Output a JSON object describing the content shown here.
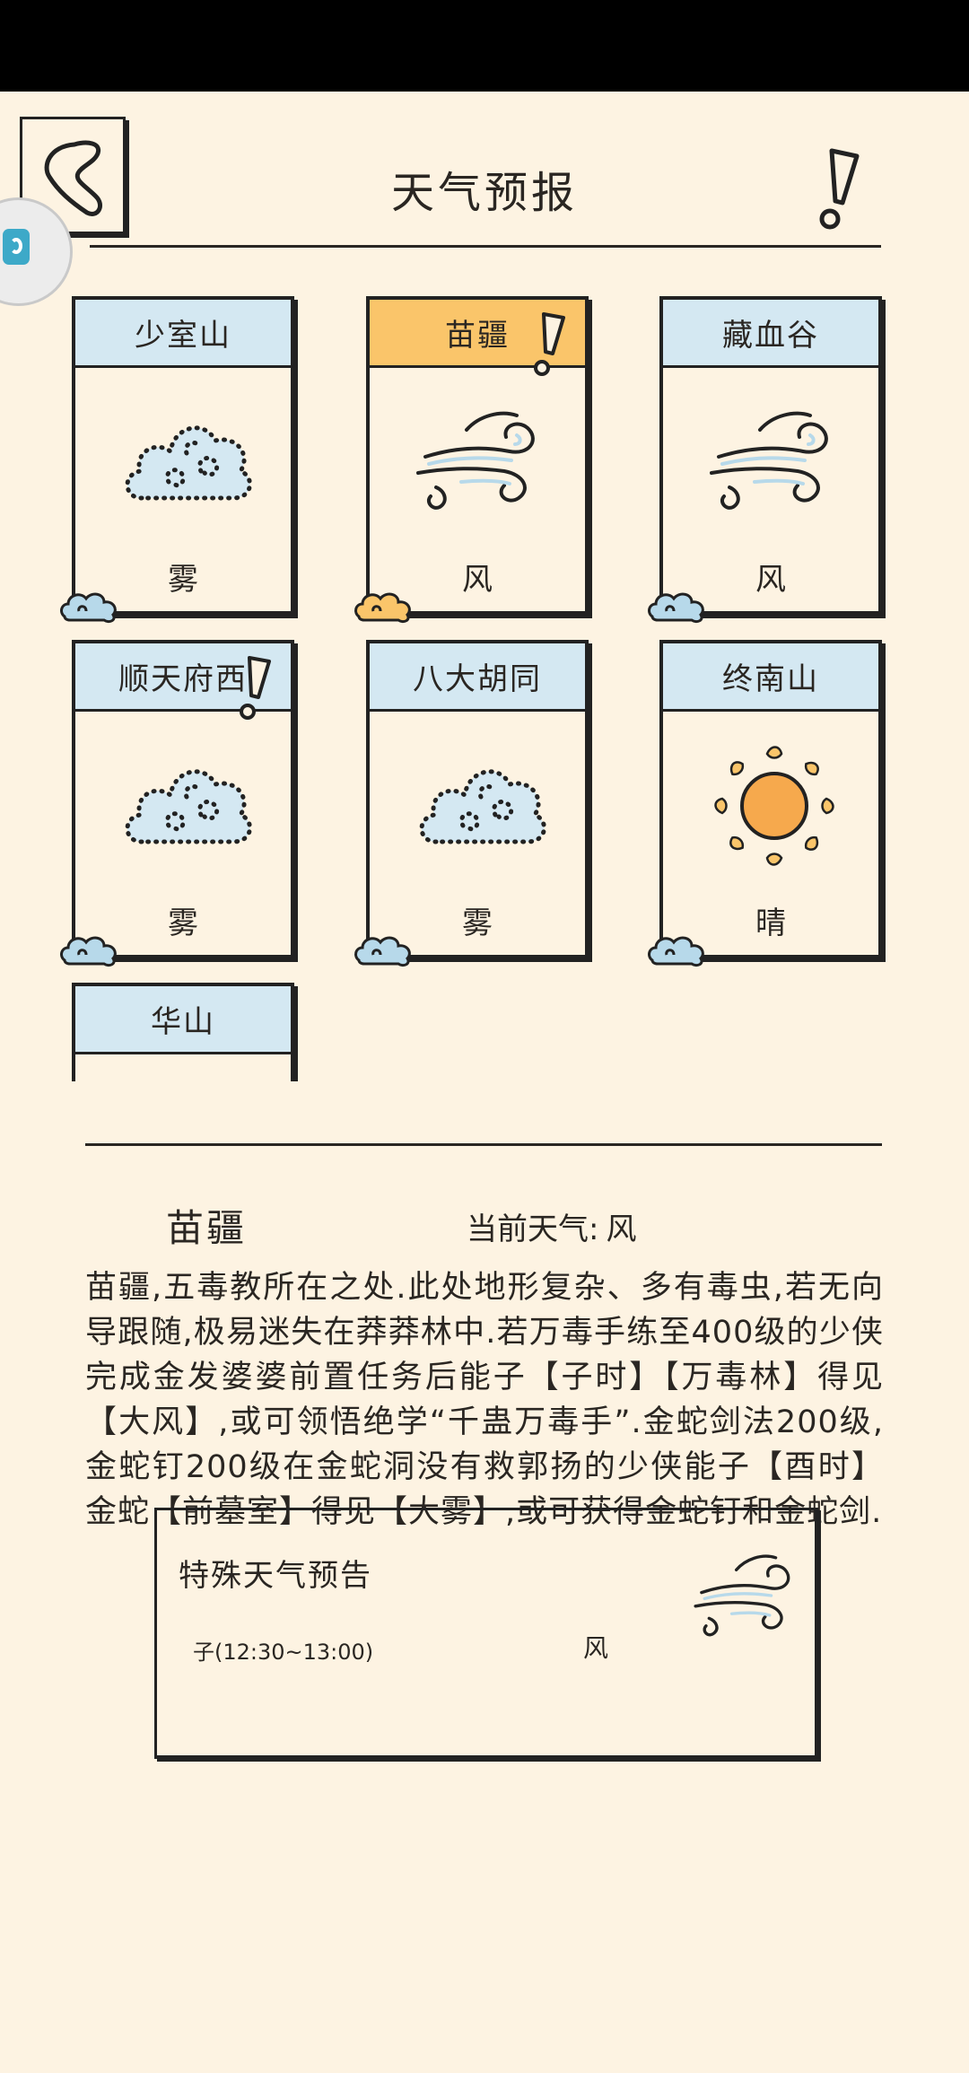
{
  "header": {
    "title": "天气预报"
  },
  "locations": [
    {
      "name": "少室山",
      "weather": "雾",
      "icon": "fog-icon",
      "active": false,
      "alert": false
    },
    {
      "name": "苗疆",
      "weather": "风",
      "icon": "wind-icon",
      "active": true,
      "alert": true
    },
    {
      "name": "藏血谷",
      "weather": "风",
      "icon": "wind-icon",
      "active": false,
      "alert": false
    },
    {
      "name": "顺天府西",
      "weather": "雾",
      "icon": "fog-icon",
      "active": false,
      "alert": true
    },
    {
      "name": "八大胡同",
      "weather": "雾",
      "icon": "fog-icon",
      "active": false,
      "alert": false
    },
    {
      "name": "终南山",
      "weather": "晴",
      "icon": "sun-icon",
      "active": false,
      "alert": false
    },
    {
      "name": "华山",
      "weather": "",
      "icon": "",
      "active": false,
      "alert": false
    }
  ],
  "detail": {
    "name": "苗疆",
    "current_label": "当前天气:",
    "current_weather": "风",
    "description": "苗疆,五毒教所在之处.此处地形复杂、多有毒虫,若无向导跟随,极易迷失在莽莽林中.若万毒手练至400级的少侠完成金发婆婆前置任务后能子【子时】【万毒林】得见【大风】,或可领悟绝学“千蛊万毒手”.金蛇剑法200级,金蛇钉200级在金蛇洞没有救郭扬的少侠能子【酉时】金蛇【前墓室】得见【大雾】,或可获得金蛇钉和金蛇剑."
  },
  "special": {
    "title": "特殊天气预告",
    "time": "子(12:30~13:00)",
    "weather": "风",
    "icon": "wind-icon"
  },
  "colors": {
    "background": "#fdf3e2",
    "card_header": "#d4e8f2",
    "card_header_active": "#fac56a",
    "ink": "#2a2622",
    "icon_blue": "#b7d9ea",
    "sun": "#f6a94d"
  }
}
